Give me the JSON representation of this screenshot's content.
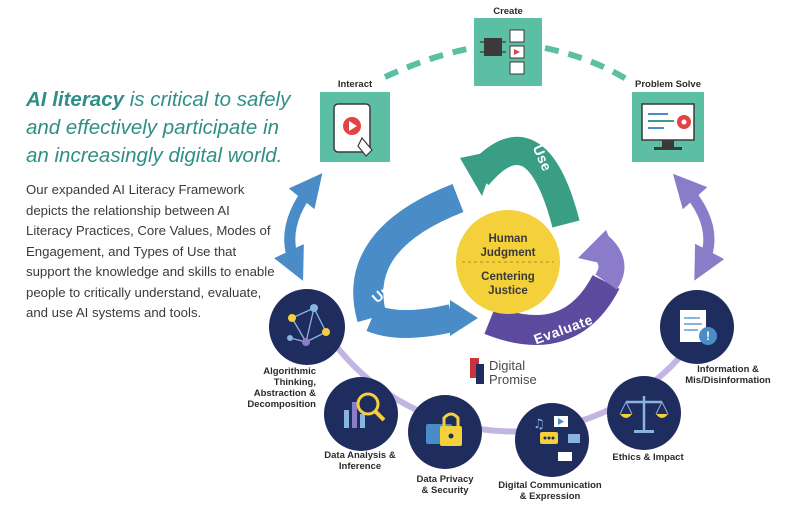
{
  "headline": {
    "bold": "AI literacy",
    "rest": " is critical to safely and effectively participate in an increasingly digital world."
  },
  "description": "Our expanded AI Literacy Framework depicts the relationship between AI Literacy Practices, Core Values, Modes of Engagement, and Types of Use that support the knowledge and skills to enable people to critically understand, evaluate, and use AI systems and tools.",
  "types_of_use": {
    "create": "Create",
    "interact": "Interact",
    "problem_solve": "Problem Solve"
  },
  "modes_of_engagement": {
    "use": "Use",
    "understand": "Understand",
    "evaluate": "Evaluate"
  },
  "core_values": {
    "line1": "Human",
    "line2": "Judgment",
    "line3": "Centering",
    "line4": "Justice"
  },
  "practices": {
    "algorithmic": [
      "Algorithmic",
      "Thinking,",
      "Abstraction &",
      "Decomposition"
    ],
    "data_analysis": [
      "Data Analysis &",
      "Inference"
    ],
    "data_privacy": [
      "Data Privacy",
      "& Security"
    ],
    "digital_comm": [
      "Digital Communication",
      "& Expression"
    ],
    "ethics": [
      "Ethics & Impact"
    ],
    "information": [
      "Information &",
      "Mis/Disinformation"
    ]
  },
  "brand": {
    "line1": "Digital",
    "line2": "Promise"
  },
  "colors": {
    "teal_text": "#2f8f87",
    "teal_box": "#5cbfa3",
    "navy_circle": "#1f2c5e",
    "blue_arrow": "#4a8cc8",
    "purple_arrow": "#8a7cc8",
    "green_arrow": "#3a9e84",
    "core_yellow": "#f4d13b"
  },
  "icons": [
    "chip-icon",
    "tablet-icon",
    "monitor-icon",
    "network-icon",
    "magnifier-icon",
    "lock-icon",
    "media-icon",
    "scales-icon",
    "document-icon",
    "logo-icon"
  ]
}
